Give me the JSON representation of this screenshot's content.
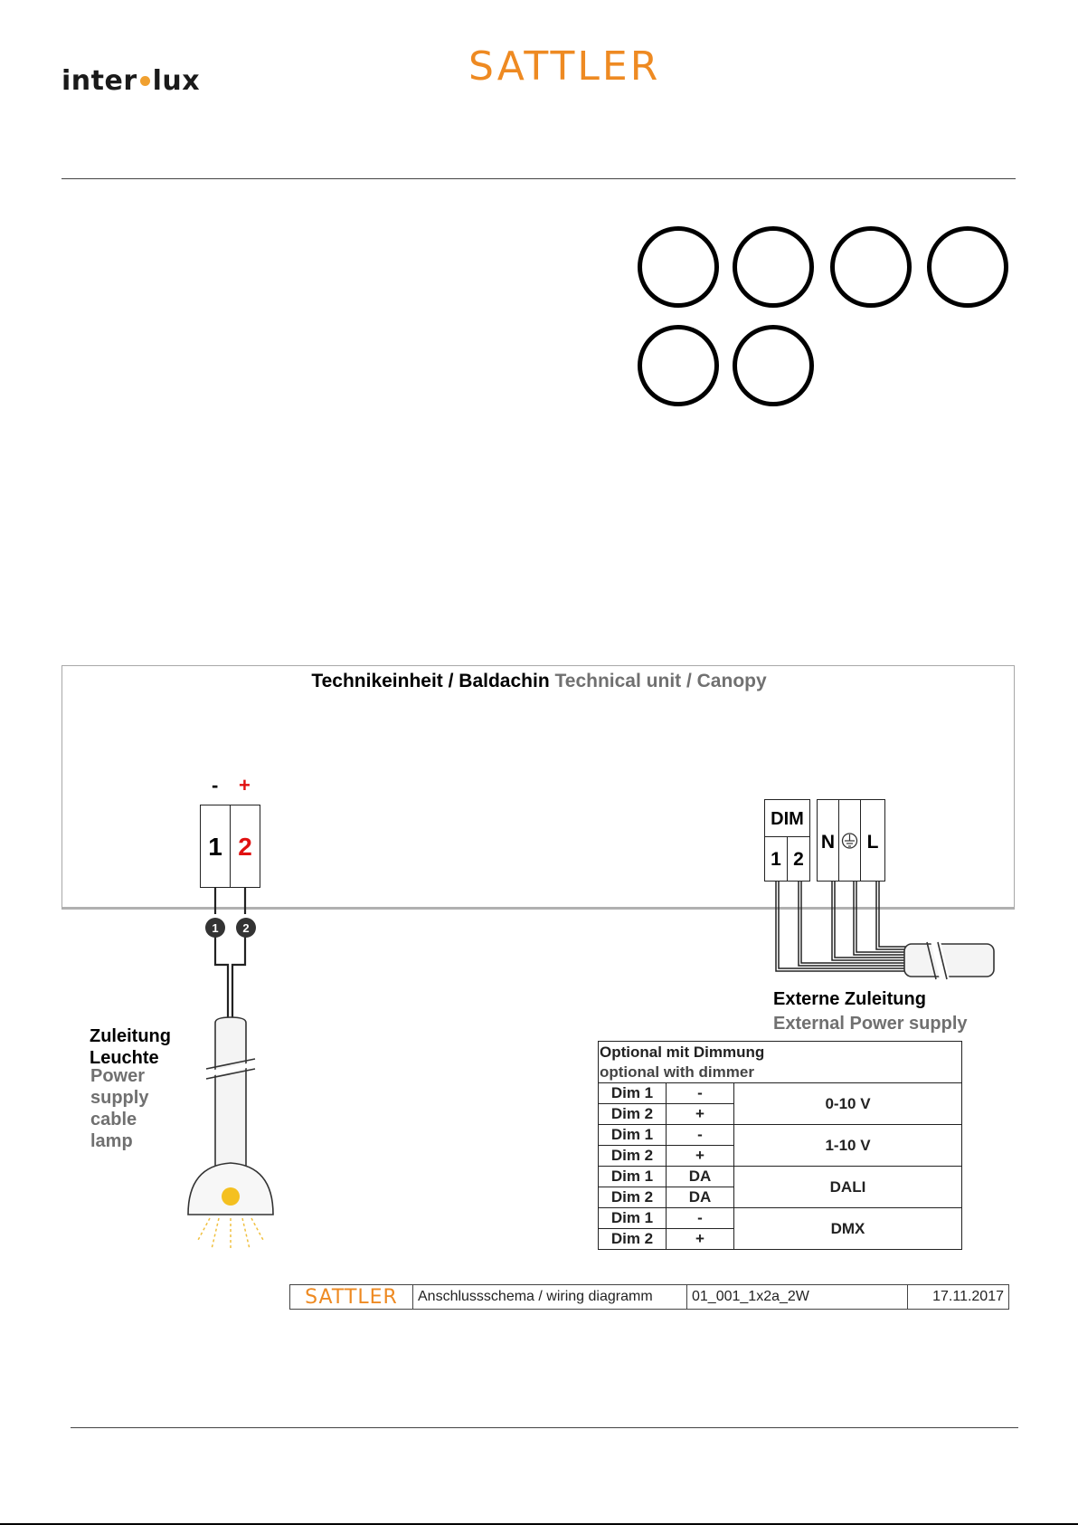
{
  "header": {
    "logo_left_a": "inter",
    "logo_left_b": "lux",
    "logo_center": "SATTLER"
  },
  "canopy": {
    "title_de": "Technikeinheit / Baldachin",
    "title_en": "Technical unit / Canopy"
  },
  "lamp_terminal": {
    "minus": "-",
    "plus": "+",
    "t1": "1",
    "t2": "2",
    "wire1": "1",
    "wire2": "2"
  },
  "power_terminal": {
    "dim_label": "DIM",
    "dim1": "1",
    "dim2": "2",
    "n": "N",
    "l": "L"
  },
  "external": {
    "de": "Externe Zuleitung",
    "en": "External Power supply"
  },
  "lamp_cable": {
    "de_line1": "Zuleitung",
    "de_line2": "Leuchte",
    "en_line1": "Power",
    "en_line2": "supply",
    "en_line3": "cable",
    "en_line4": "lamp"
  },
  "dimming_table": {
    "header_de": "Optional  mit Dimmung",
    "header_en": "optional with dimmer",
    "groups": [
      {
        "rows": [
          {
            "name": "Dim 1",
            "value": "-"
          },
          {
            "name": "Dim 2",
            "value": "+"
          }
        ],
        "type": "0-10 V"
      },
      {
        "rows": [
          {
            "name": "Dim 1",
            "value": "-"
          },
          {
            "name": "Dim 2",
            "value": "+"
          }
        ],
        "type": "1-10 V"
      },
      {
        "rows": [
          {
            "name": "Dim 1",
            "value": "DA"
          },
          {
            "name": "Dim 2",
            "value": "DA"
          }
        ],
        "type": "DALI"
      },
      {
        "rows": [
          {
            "name": "Dim 1",
            "value": "-"
          },
          {
            "name": "Dim 2",
            "value": "+"
          }
        ],
        "type": "DMX"
      }
    ]
  },
  "footer": {
    "brand": "SATTLER",
    "title": "Anschlussschema / wiring diagramm",
    "code": "01_001_1x2a_2W",
    "date": "17.11.2017"
  },
  "colors": {
    "brand_orange": "#ee8a22",
    "accent_red": "#e01010",
    "gray_text": "#707070"
  }
}
